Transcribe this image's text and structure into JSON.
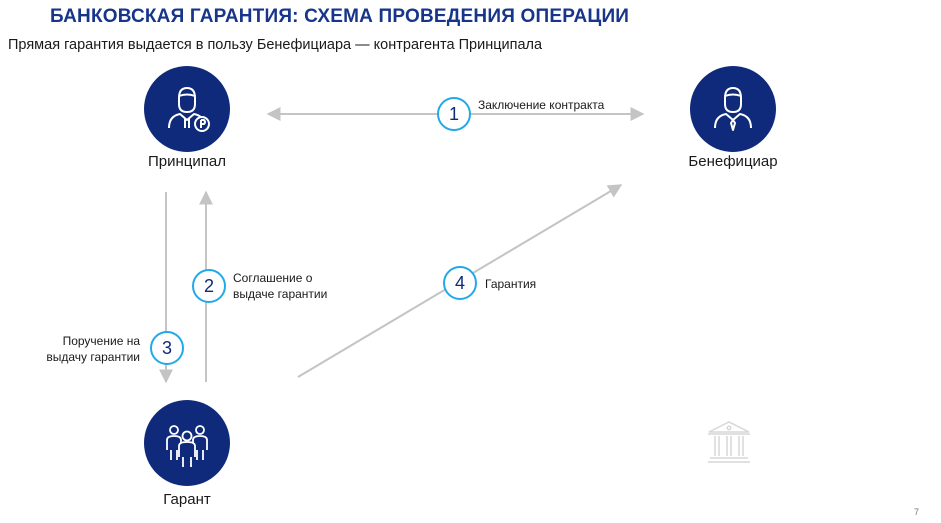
{
  "header": {
    "title": "БАНКОВСКАЯ ГАРАНТИЯ: СХЕМА ПРОВЕДЕНИЯ ОПЕРАЦИИ",
    "subtitle": "Прямая гарантия выдается в пользу Бенефициара — контрагента Принципала"
  },
  "nodes": {
    "principal": {
      "label": "Принципал",
      "icon": "person-with-coin-icon"
    },
    "beneficiary": {
      "label": "Бенефициар",
      "icon": "person-with-tie-icon"
    },
    "guarantor": {
      "label": "Гарант",
      "icon": "group-of-people-icon"
    }
  },
  "steps": [
    {
      "number": "1",
      "text": "Заключение контракта"
    },
    {
      "number": "2",
      "text_line1": "Соглашение о",
      "text_line2": "выдаче гарантии"
    },
    {
      "number": "3",
      "text_line1": "Поручение на",
      "text_line2": "выдачу гарантии"
    },
    {
      "number": "4",
      "text": "Гарантия"
    }
  ],
  "colors": {
    "title": "#17358a",
    "node": "#0f2a7a",
    "step_border": "#22a9e8",
    "arrow": "#c4c4c4"
  },
  "decor": {
    "icon": "bank-building-icon"
  },
  "page_number": "7"
}
